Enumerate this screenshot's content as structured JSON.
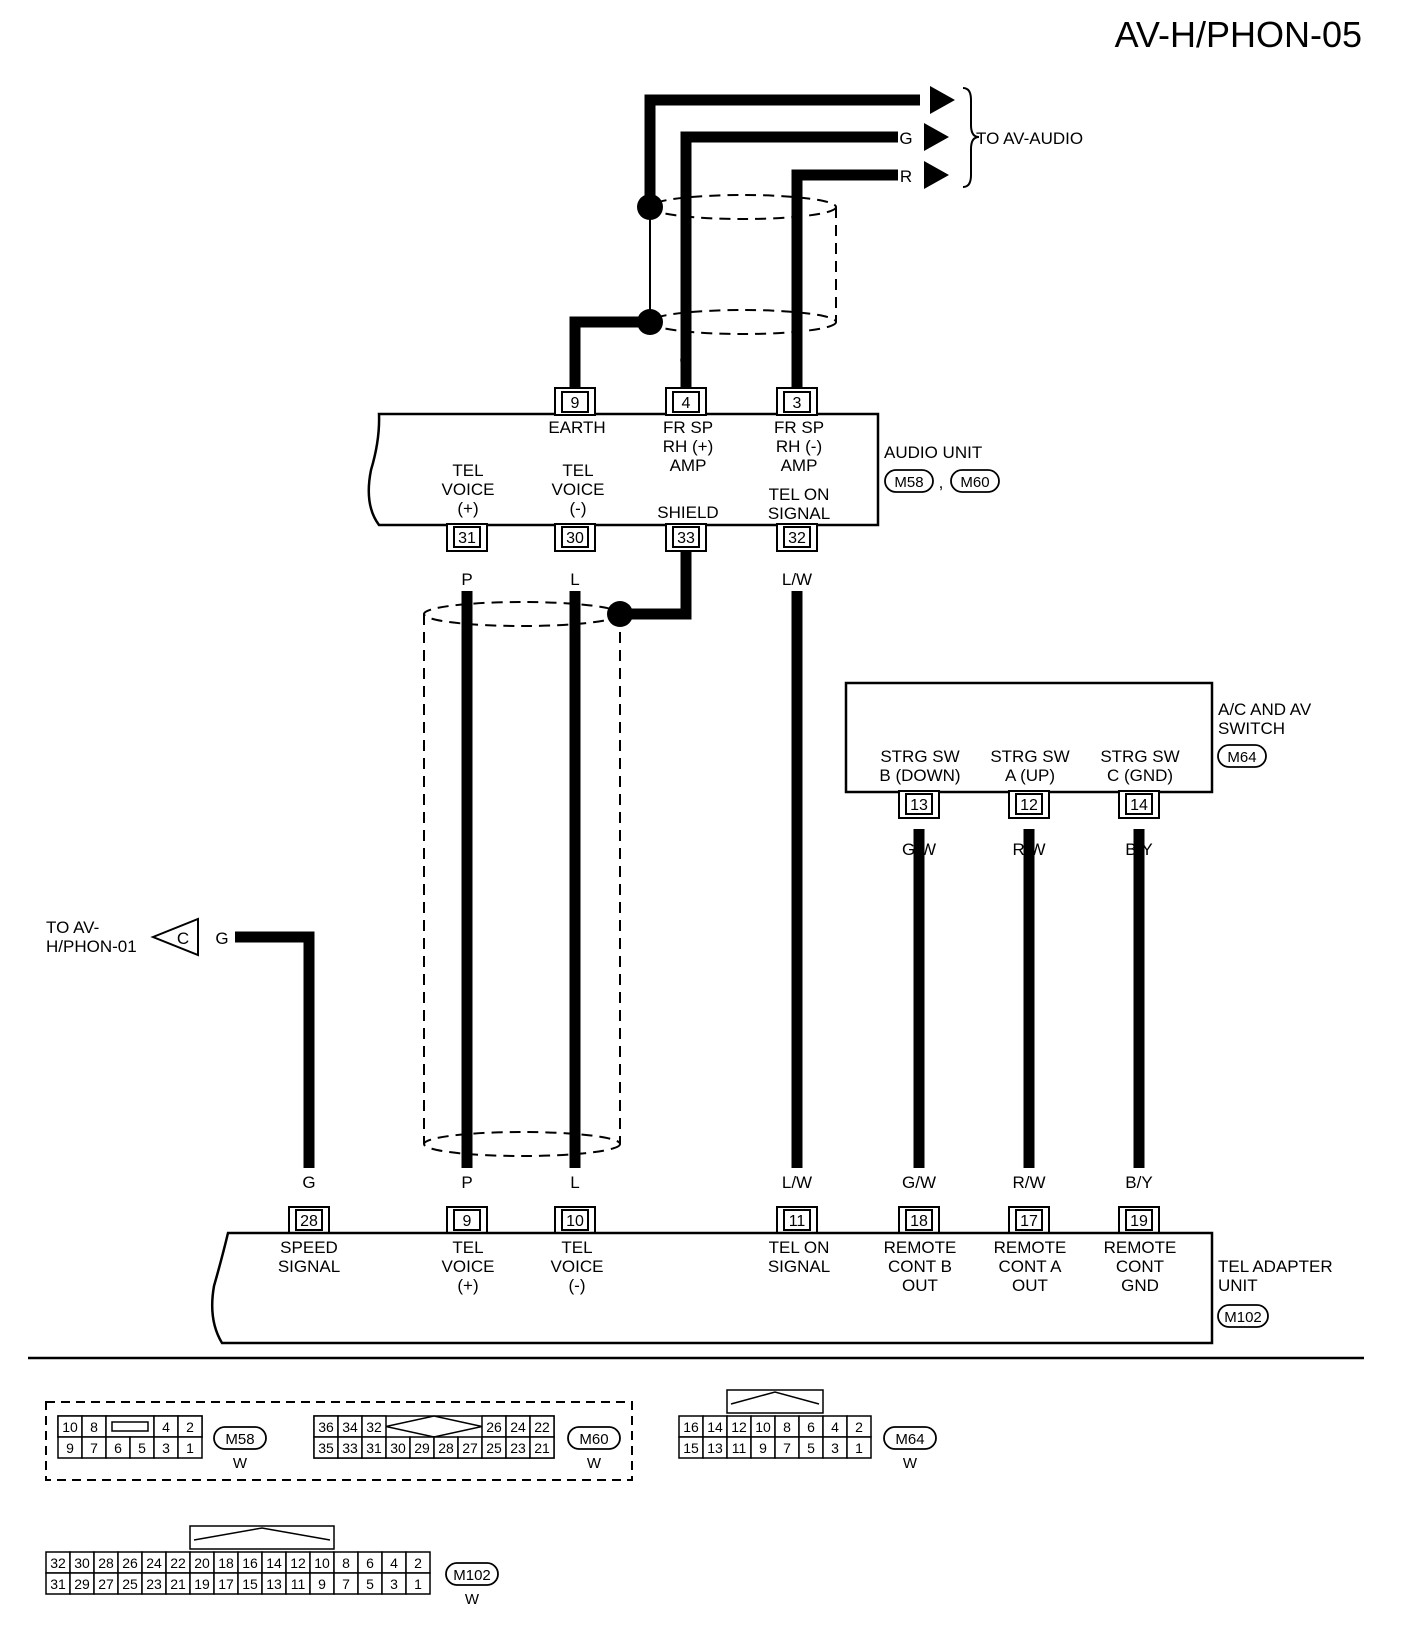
{
  "page_id": "AV-H/PHON-05",
  "to_av_audio": "TO AV-AUDIO",
  "to_av_hphon01": [
    "TO AV-",
    "H/PHON-01"
  ],
  "connector_c": "C",
  "audio_unit": {
    "name": "AUDIO UNIT",
    "connectors": [
      "M58",
      "M60"
    ],
    "sep": ",",
    "top_pins": [
      {
        "no": "9",
        "wire": "",
        "label": [
          "EARTH"
        ]
      },
      {
        "no": "4",
        "wire": "G",
        "label": [
          "FR SP",
          "RH (+)",
          "AMP"
        ]
      },
      {
        "no": "3",
        "wire": "R",
        "label": [
          "FR SP",
          "RH (-)",
          "AMP"
        ]
      }
    ],
    "bottom_pins": [
      {
        "no": "31",
        "wire": "P",
        "label": [
          "TEL",
          "VOICE",
          "(+)"
        ]
      },
      {
        "no": "30",
        "wire": "L",
        "label": [
          "TEL",
          "VOICE",
          "(-)"
        ]
      },
      {
        "no": "33",
        "wire": "",
        "label": [
          "SHIELD"
        ]
      },
      {
        "no": "32",
        "wire": "L/W",
        "label": [
          "TEL ON",
          "SIGNAL"
        ]
      }
    ],
    "out_wires": [
      "G",
      "R"
    ]
  },
  "ac_av_switch": {
    "name": [
      "A/C AND AV",
      "SWITCH"
    ],
    "connector": "M64",
    "pins": [
      {
        "no": "13",
        "wire": "G/W",
        "label": [
          "STRG SW",
          "B (DOWN)"
        ]
      },
      {
        "no": "12",
        "wire": "R/W",
        "label": [
          "STRG SW",
          "A (UP)"
        ]
      },
      {
        "no": "14",
        "wire": "B/Y",
        "label": [
          "STRG SW",
          "C (GND)"
        ]
      }
    ]
  },
  "tel_adapter": {
    "name": [
      "TEL ADAPTER",
      "UNIT"
    ],
    "connector": "M102",
    "pins": [
      {
        "no": "28",
        "wire": "G",
        "label": [
          "SPEED",
          "SIGNAL"
        ]
      },
      {
        "no": "9",
        "wire": "P",
        "label": [
          "TEL",
          "VOICE",
          "(+)"
        ]
      },
      {
        "no": "10",
        "wire": "L",
        "label": [
          "TEL",
          "VOICE",
          "(-)"
        ]
      },
      {
        "no": "11",
        "wire": "L/W",
        "label": [
          "TEL ON",
          "SIGNAL"
        ]
      },
      {
        "no": "18",
        "wire": "G/W",
        "label": [
          "REMOTE",
          "CONT B",
          "OUT"
        ]
      },
      {
        "no": "17",
        "wire": "R/W",
        "label": [
          "REMOTE",
          "CONT A",
          "OUT"
        ]
      },
      {
        "no": "19",
        "wire": "B/Y",
        "label": [
          "REMOTE",
          "CONT",
          "GND"
        ]
      }
    ],
    "speed_wire": "G"
  },
  "connector_faces": [
    {
      "id": "M58",
      "color": "W",
      "top": [
        "10",
        "8",
        "",
        "4",
        "2"
      ],
      "bottom": [
        "9",
        "7",
        "6",
        "5",
        "3",
        "1"
      ]
    },
    {
      "id": "M60",
      "color": "W",
      "top": [
        "36",
        "34",
        "32",
        "26",
        "24",
        "22"
      ],
      "bottom": [
        "35",
        "33",
        "31",
        "30",
        "29",
        "28",
        "27",
        "25",
        "23",
        "21"
      ]
    },
    {
      "id": "M64",
      "color": "W",
      "top": [
        "16",
        "14",
        "12",
        "10",
        "8",
        "6",
        "4",
        "2"
      ],
      "bottom": [
        "15",
        "13",
        "11",
        "9",
        "7",
        "5",
        "3",
        "1"
      ]
    },
    {
      "id": "M102",
      "color": "W",
      "top": [
        "32",
        "30",
        "28",
        "26",
        "24",
        "22",
        "20",
        "18",
        "16",
        "14",
        "12",
        "10",
        "8",
        "6",
        "4",
        "2"
      ],
      "bottom": [
        "31",
        "29",
        "27",
        "25",
        "23",
        "21",
        "19",
        "17",
        "15",
        "13",
        "11",
        "9",
        "7",
        "5",
        "3",
        "1"
      ]
    }
  ]
}
